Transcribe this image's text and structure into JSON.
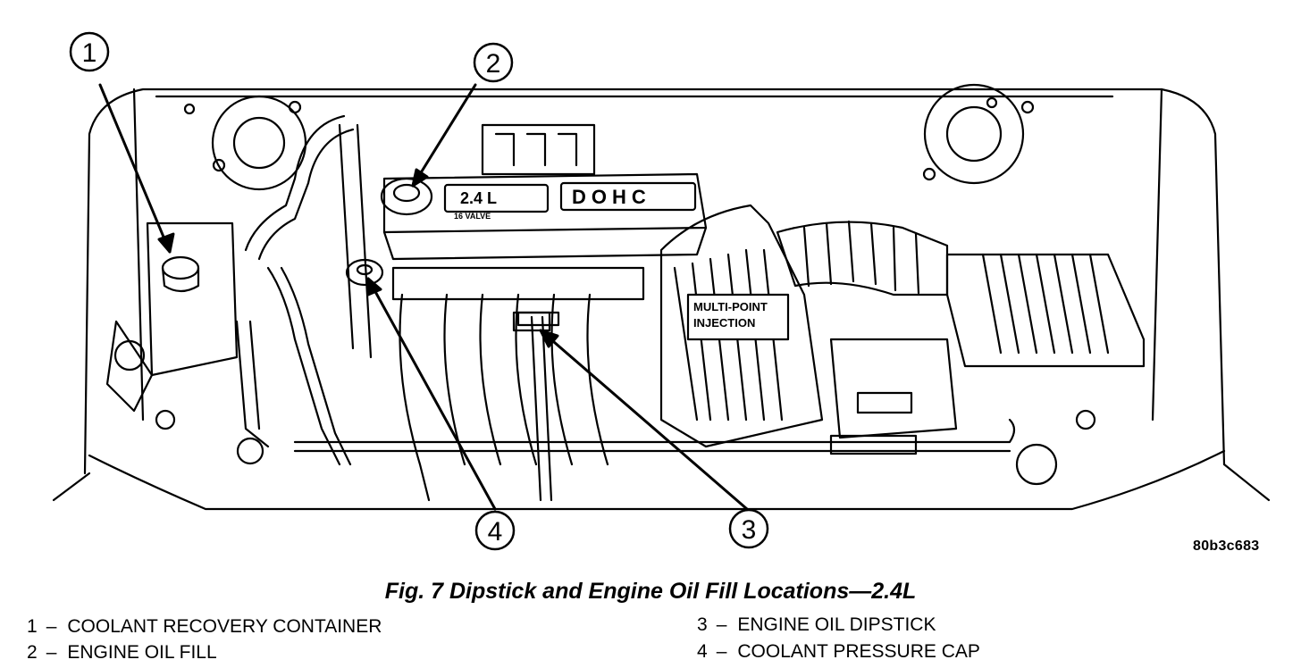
{
  "figure": {
    "code": "80b3c683",
    "caption": "Fig. 7 Dipstick and Engine Oil Fill Locations—2.4L",
    "engine_cover_text_1": "2.4 L",
    "engine_cover_text_2": "16 VALVE",
    "engine_cover_text_3": "DOHC",
    "intake_text_1": "MULTI-POINT",
    "intake_text_2": "INJECTION",
    "callouts": [
      {
        "number": "1"
      },
      {
        "number": "2"
      },
      {
        "number": "3"
      },
      {
        "number": "4"
      }
    ]
  },
  "legend": [
    {
      "number": "1",
      "dash": "–",
      "label": "COOLANT RECOVERY CONTAINER"
    },
    {
      "number": "2",
      "dash": "–",
      "label": "ENGINE OIL FILL"
    },
    {
      "number": "3",
      "dash": "–",
      "label": "ENGINE OIL DIPSTICK"
    },
    {
      "number": "4",
      "dash": "–",
      "label": "COOLANT PRESSURE CAP"
    }
  ]
}
